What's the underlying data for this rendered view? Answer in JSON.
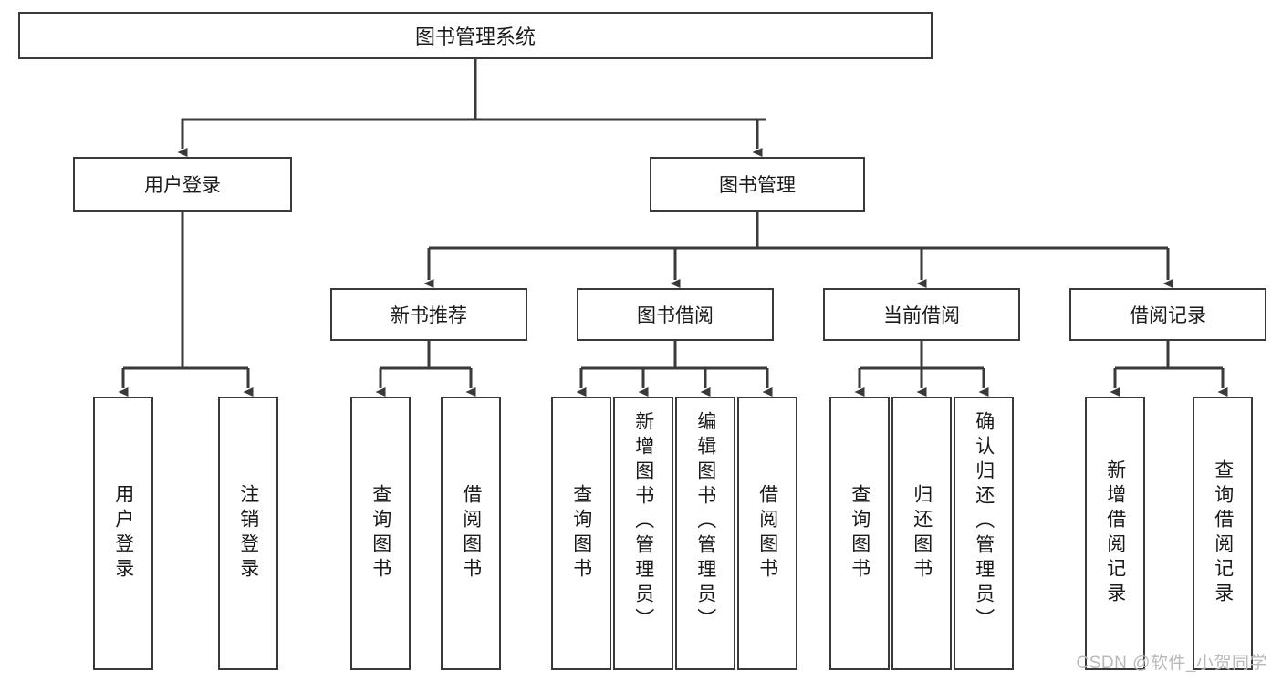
{
  "diagram": {
    "title": "图书管理系统",
    "watermark": "CSDN @软件_小贺同学",
    "line_color": "#3a3a3a",
    "box_fill": "#ffffff",
    "text_color": "#1a1a1a",
    "watermark_color": "#b9b9b9"
  },
  "root": {
    "label": "图书管理系统"
  },
  "level2": [
    {
      "label": "用户登录"
    },
    {
      "label": "图书管理"
    }
  ],
  "level3": [
    {
      "label": "新书推荐"
    },
    {
      "label": "图书借阅"
    },
    {
      "label": "当前借阅"
    },
    {
      "label": "借阅记录"
    }
  ],
  "leaves": {
    "user_login": [
      {
        "label": "用户登录"
      },
      {
        "label": "注销登录"
      }
    ],
    "new_book": [
      {
        "label": "查询图书"
      },
      {
        "label": "借阅图书"
      }
    ],
    "book_borrow": [
      {
        "label": "查询图书"
      },
      {
        "label": "新增图书（管理员）"
      },
      {
        "label": "编辑图书（管理员）"
      },
      {
        "label": "借阅图书"
      }
    ],
    "current_borrow": [
      {
        "label": "查询图书"
      },
      {
        "label": "归还图书"
      },
      {
        "label": "确认归还（管理员）"
      }
    ],
    "borrow_record": [
      {
        "label": "新增借阅记录"
      },
      {
        "label": "查询借阅记录"
      }
    ]
  }
}
